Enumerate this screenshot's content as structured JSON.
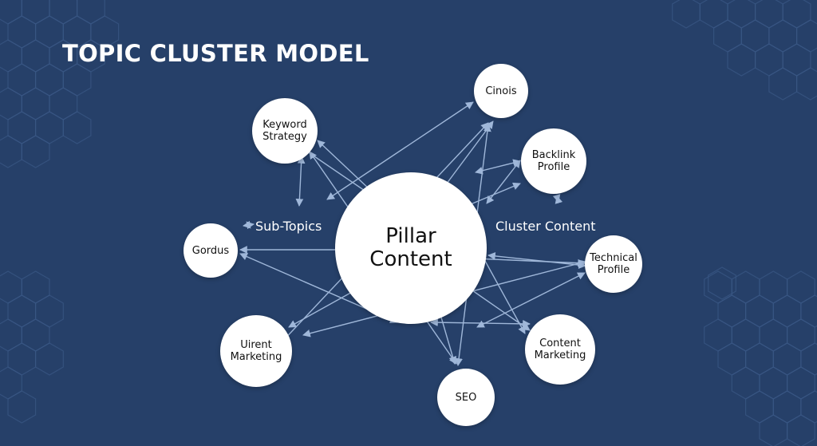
{
  "diagram": {
    "title": "TOPIC CLUSTER MODEL",
    "labels": {
      "sub_topics": "Sub-Topics",
      "cluster_content": "Cluster Content"
    },
    "nodes": {
      "pillar": "Pillar\nContent",
      "keyword_strategy": "Keyword\nStrategy",
      "cinois": "Cinois",
      "backlink_profile": "Backlink\nProfile",
      "gordus": "Gordus",
      "technical_profile": "Technical\nProfile",
      "uirent_marketing": "Uirent\nMarketing",
      "content_marketing": "Content\nMarketing",
      "seo": "SEO"
    },
    "colors": {
      "background": "#264069",
      "hexagon": "#3a5784",
      "arrow": "#9fb7d9",
      "node": "#ffffff"
    }
  }
}
